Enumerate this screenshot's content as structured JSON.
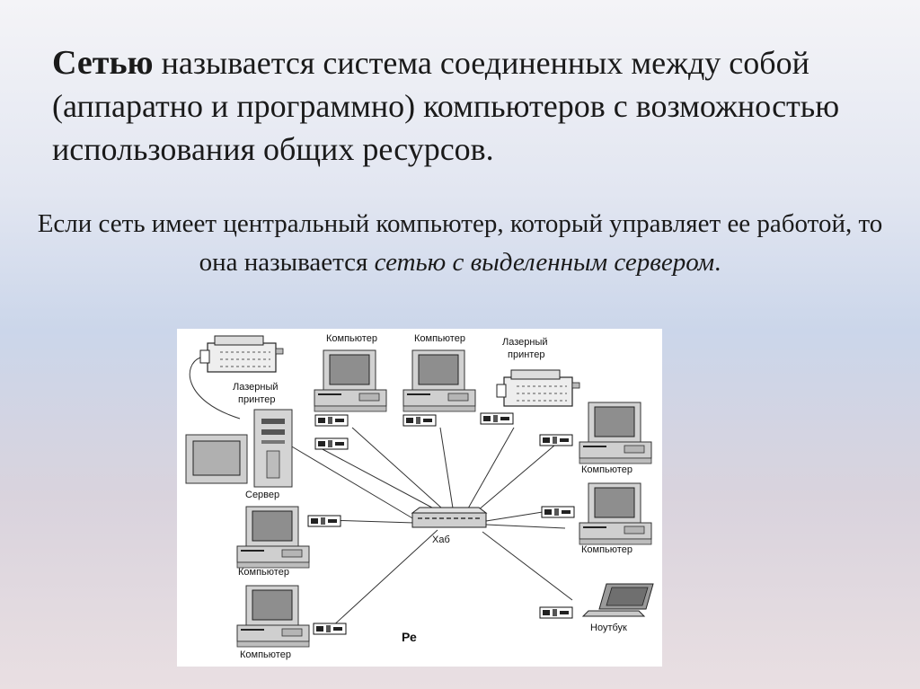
{
  "definition": {
    "term": "Сетью",
    "text": " называется система соединенных между собой (аппаратно и программно) компьютеров с возможностью использования общих ресурсов."
  },
  "note": {
    "text": "Если сеть имеет центральный компьютер, который управляет ее работой, то она называется ",
    "emphasis": "сетью с выделенным сервером",
    "end": "."
  },
  "diagram": {
    "labels": {
      "printer_left_1": "Лазерный",
      "printer_left_2": "принтер",
      "computer_top_1": "Компьютер",
      "computer_top_2": "Компьютер",
      "printer_right_1": "Лазерный",
      "printer_right_2": "принтер",
      "server": "Сервер",
      "hub": "Хаб",
      "computer_left_mid": "Компьютер",
      "computer_left_bottom": "Компьютер",
      "computer_right_top": "Компьютер",
      "computer_right_mid": "Компьютер",
      "laptop": "Ноутбук",
      "caption_fragment": "Ре"
    }
  }
}
